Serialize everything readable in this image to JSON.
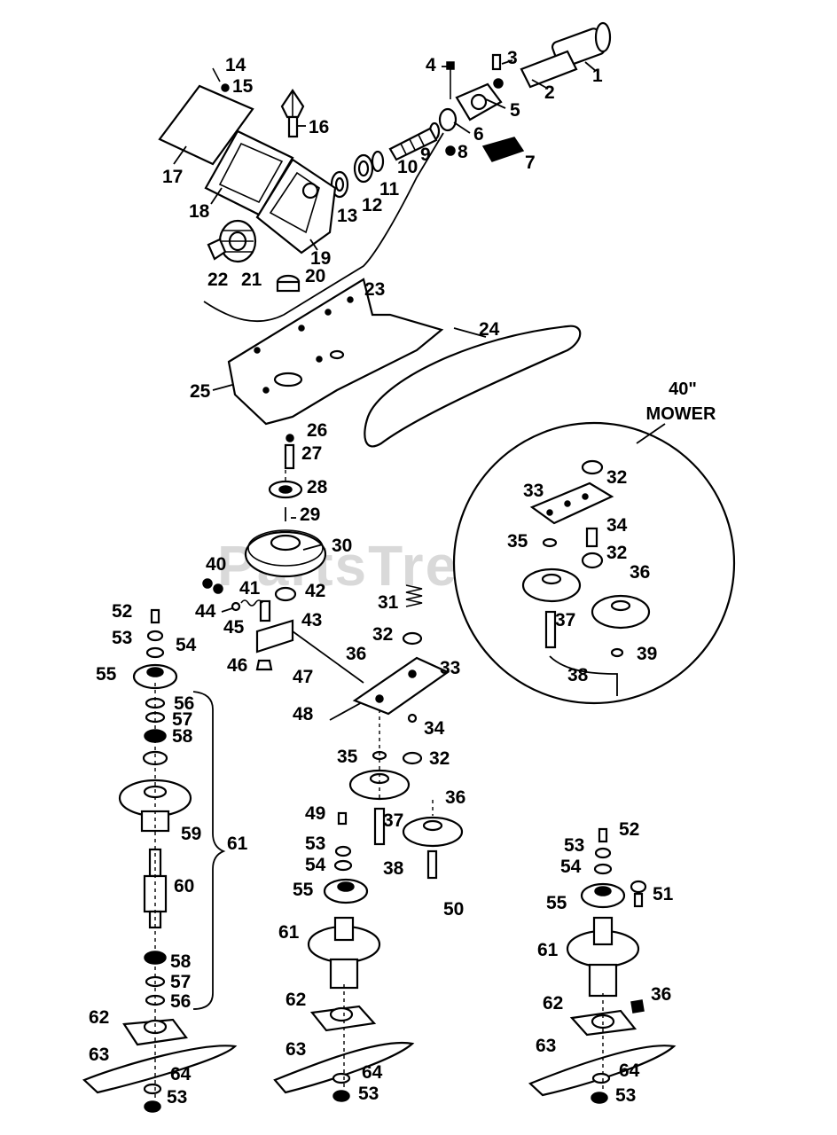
{
  "watermark": "PartsTree",
  "inset_title_line1": "40\"",
  "inset_title_line2": "MOWER",
  "callouts": {
    "c1": "1",
    "c2": "2",
    "c3": "3",
    "c4": "4",
    "c5": "5",
    "c6": "6",
    "c7": "7",
    "c8": "8",
    "c9": "9",
    "c10": "10",
    "c11": "11",
    "c12": "12",
    "c13": "13",
    "c14": "14",
    "c15": "15",
    "c16": "16",
    "c17": "17",
    "c18": "18",
    "c19": "19",
    "c20": "20",
    "c21": "21",
    "c22": "22",
    "c23": "23",
    "c24": "24",
    "c25": "25",
    "c26": "26",
    "c27": "27",
    "c28": "28",
    "c29": "29",
    "c30": "30",
    "c31": "31",
    "c32": "32",
    "c33": "33",
    "c34": "34",
    "c35": "35",
    "c36": "36",
    "c37": "37",
    "c38": "38",
    "c39": "39",
    "c40": "40",
    "c41": "41",
    "c42": "42",
    "c43": "43",
    "c44": "44",
    "c45": "45",
    "c46": "46",
    "c47": "47",
    "c48": "48",
    "c49": "49",
    "c50": "50",
    "c51": "51",
    "c52": "52",
    "c53": "53",
    "c54": "54",
    "c55": "55",
    "c56": "56",
    "c57": "57",
    "c58": "58",
    "c59": "59",
    "c60": "60",
    "c61": "61",
    "c62": "62",
    "c63": "63",
    "c64": "64"
  }
}
